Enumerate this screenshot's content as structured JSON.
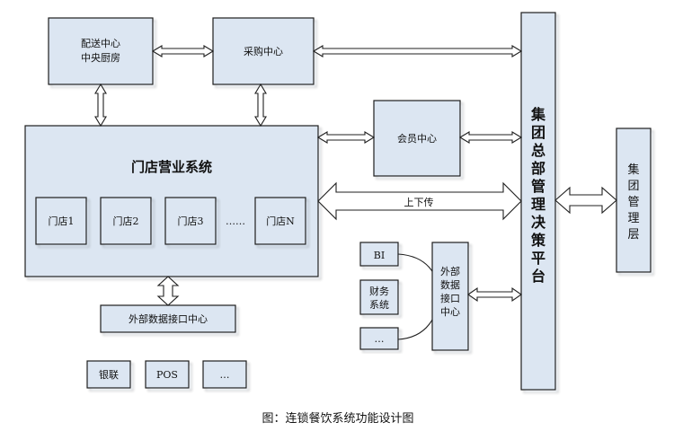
{
  "nodes": {
    "distribution": [
      "配送中心",
      "中央厨房"
    ],
    "procurement": "采购中心",
    "member": "会员中心",
    "store_system": "门店营业系统",
    "stores": [
      "门店1",
      "门店2",
      "门店3",
      "……",
      "门店N"
    ],
    "upload_download": "上下传",
    "external_interface_left": "外部数据接口中心",
    "bottom_items": [
      "银联",
      "POS",
      "…"
    ],
    "bi": "BI",
    "finance": [
      "财务",
      "系统"
    ],
    "ellipsis_small": "…",
    "external_interface_right": [
      "外部",
      "数据",
      "接口",
      "中心"
    ],
    "hq_platform": [
      "集",
      "团",
      "总",
      "部",
      "管",
      "理",
      "决",
      "策",
      "平",
      "台"
    ],
    "group_mgmt": [
      "集",
      "团",
      "管",
      "理",
      "层"
    ]
  },
  "caption": "图：连锁餐饮系统功能设计图"
}
